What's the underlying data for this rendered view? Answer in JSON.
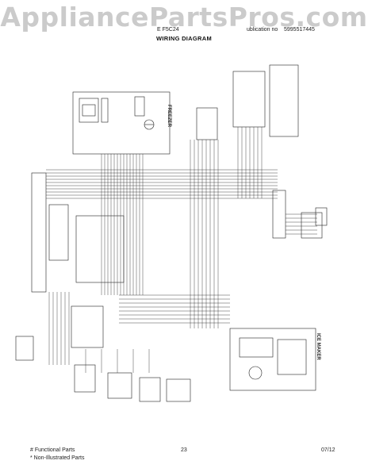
{
  "watermark": "AppliancePartsPros.com",
  "header": {
    "left_fragment": "E F5C24",
    "publication_label": "ublication no",
    "publication_number": "5995517445"
  },
  "title": "WIRING DIAGRAM",
  "labels": {
    "freezer": "FREEZER",
    "ice_maker": "ICE MAKER"
  },
  "footer": {
    "legend_functional": "# Functional Parts",
    "legend_non_illustrated": "* Non-Illustrated Parts",
    "page_number": "23",
    "date": "07/12"
  }
}
